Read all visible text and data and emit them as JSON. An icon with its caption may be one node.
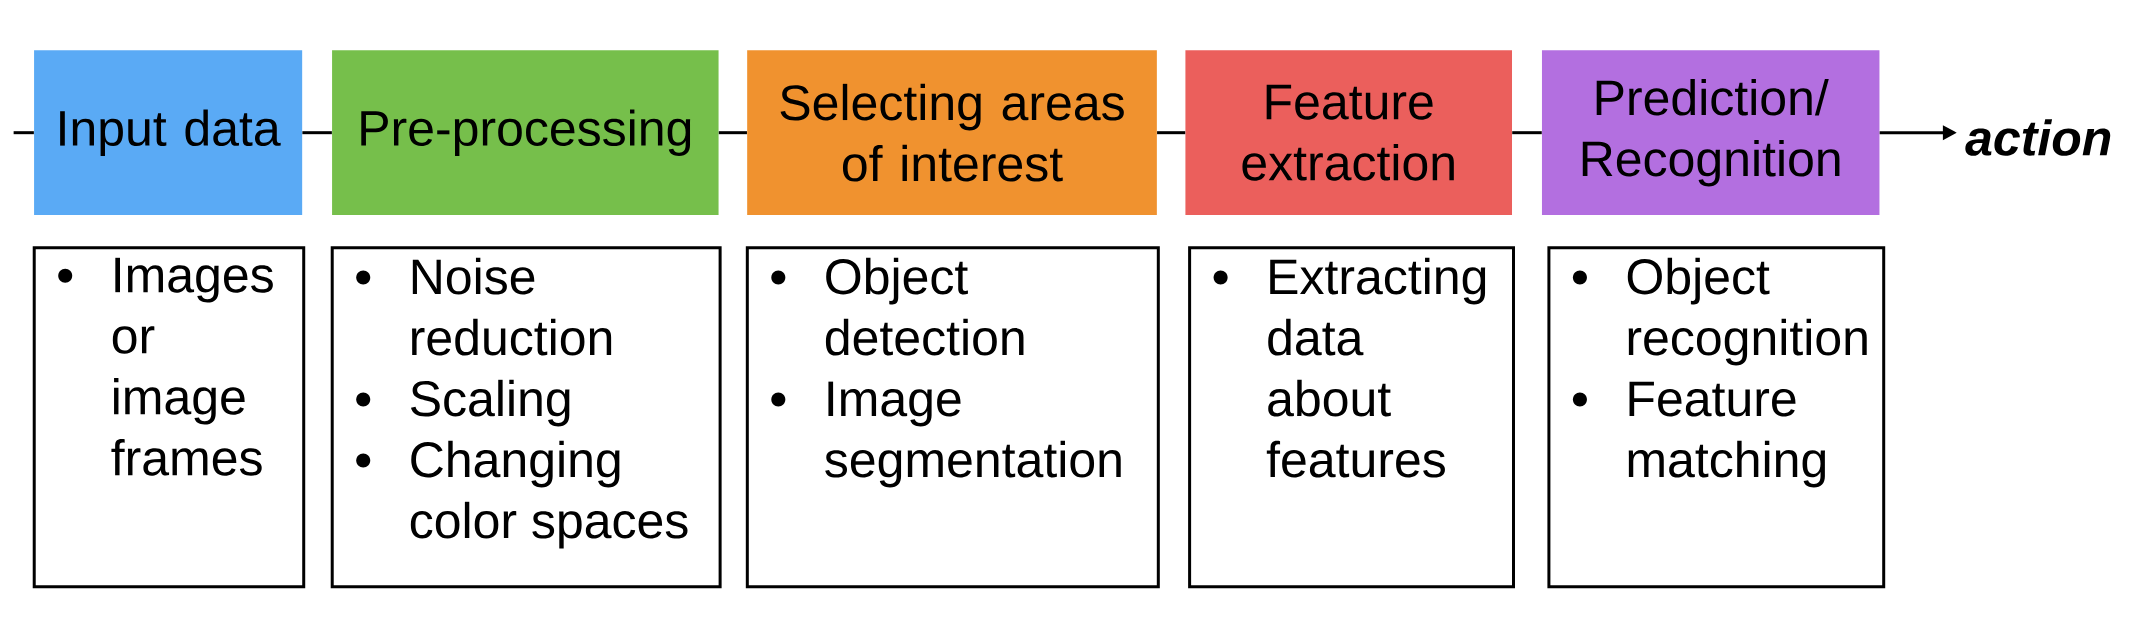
{
  "diagram": {
    "nodes": [
      {
        "text": [
          "Input data"
        ]
      },
      {
        "text": [
          "Pre-processing"
        ]
      },
      {
        "text": [
          "Selecting areas of interest"
        ]
      },
      {
        "text": [
          "Feature extraction"
        ]
      },
      {
        "text": [
          "Prediction/ Recognition"
        ]
      },
      {
        "text": [
          "action"
        ]
      },
      {
        "text": [
          "Images or image frames"
        ]
      },
      {
        "text": [
          "Noise reduction",
          "Scaling",
          "Changing color spaces"
        ]
      },
      {
        "text": [
          "Object detection",
          "Image segmentation"
        ]
      },
      {
        "text": [
          "Extracting data about features"
        ]
      },
      {
        "text": [
          "Object recognition",
          "Feature matching"
        ]
      }
    ],
    "edges": [
      {
        "from": null,
        "to": 0,
        "arrow": "none"
      },
      {
        "from": 0,
        "to": 1,
        "arrow": "none"
      },
      {
        "from": 1,
        "to": 2,
        "arrow": "none"
      },
      {
        "from": 2,
        "to": 3,
        "arrow": "none"
      },
      {
        "from": 3,
        "to": 4,
        "arrow": "none"
      },
      {
        "from": 4,
        "to": 5,
        "arrow": "to"
      }
    ]
  }
}
